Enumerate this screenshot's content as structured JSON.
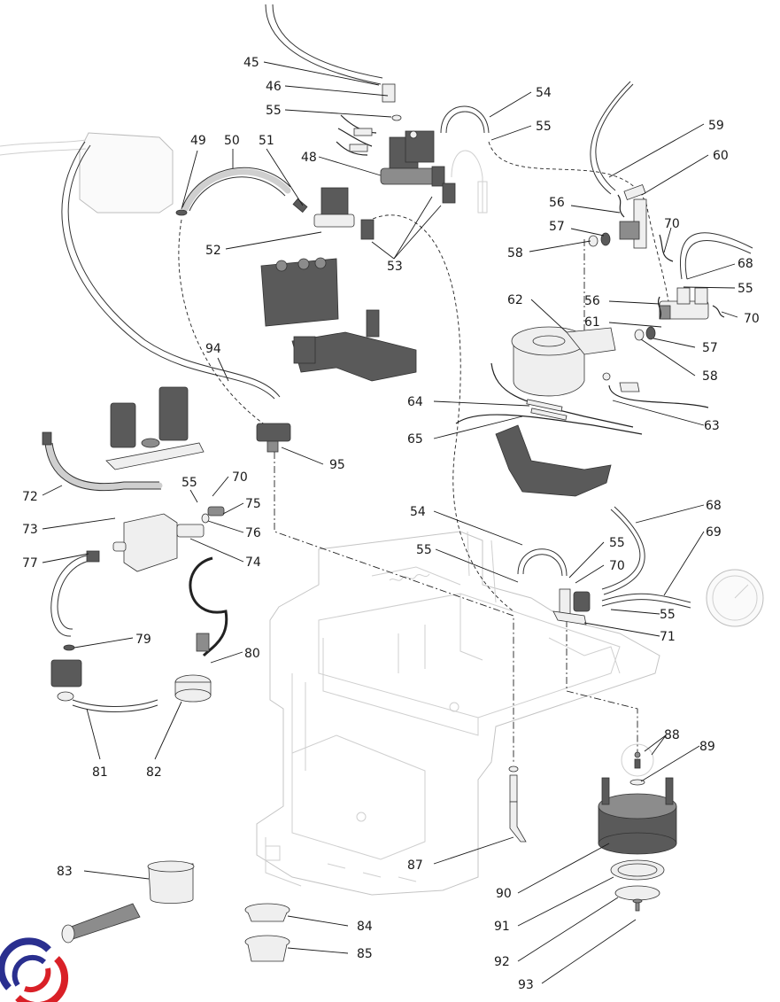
{
  "title": "Espresso machine exploded parts diagram (water circuit, boiler, pump, frame)",
  "colors": {
    "logo_blue": "#2a2f8f",
    "logo_red": "#d92027",
    "part_dark": "#5a5a5a",
    "frame_line": "#c4c4c4"
  },
  "callouts": [
    {
      "id": "45",
      "text": "45"
    },
    {
      "id": "46",
      "text": "46"
    },
    {
      "id": "55a",
      "text": "55"
    },
    {
      "id": "54a",
      "text": "54"
    },
    {
      "id": "55b",
      "text": "55"
    },
    {
      "id": "59",
      "text": "59"
    },
    {
      "id": "60",
      "text": "60"
    },
    {
      "id": "49",
      "text": "49"
    },
    {
      "id": "50",
      "text": "50"
    },
    {
      "id": "51",
      "text": "51"
    },
    {
      "id": "48",
      "text": "48"
    },
    {
      "id": "56a",
      "text": "56"
    },
    {
      "id": "57a",
      "text": "57"
    },
    {
      "id": "70a",
      "text": "70"
    },
    {
      "id": "58a",
      "text": "58"
    },
    {
      "id": "52",
      "text": "52"
    },
    {
      "id": "53",
      "text": "53"
    },
    {
      "id": "68a",
      "text": "68"
    },
    {
      "id": "55c",
      "text": "55"
    },
    {
      "id": "62",
      "text": "62"
    },
    {
      "id": "56b",
      "text": "56"
    },
    {
      "id": "70b",
      "text": "70"
    },
    {
      "id": "61",
      "text": "61"
    },
    {
      "id": "57b",
      "text": "57"
    },
    {
      "id": "58b",
      "text": "58"
    },
    {
      "id": "94",
      "text": "94"
    },
    {
      "id": "64",
      "text": "64"
    },
    {
      "id": "63",
      "text": "63"
    },
    {
      "id": "65",
      "text": "65"
    },
    {
      "id": "95",
      "text": "95"
    },
    {
      "id": "70c",
      "text": "70"
    },
    {
      "id": "55d",
      "text": "55"
    },
    {
      "id": "72",
      "text": "72"
    },
    {
      "id": "75",
      "text": "75"
    },
    {
      "id": "73",
      "text": "73"
    },
    {
      "id": "76",
      "text": "76"
    },
    {
      "id": "54b",
      "text": "54"
    },
    {
      "id": "68b",
      "text": "68"
    },
    {
      "id": "77",
      "text": "77"
    },
    {
      "id": "74",
      "text": "74"
    },
    {
      "id": "69",
      "text": "69"
    },
    {
      "id": "55e",
      "text": "55"
    },
    {
      "id": "55f",
      "text": "55"
    },
    {
      "id": "70d",
      "text": "70"
    },
    {
      "id": "55g",
      "text": "55"
    },
    {
      "id": "71",
      "text": "71"
    },
    {
      "id": "79",
      "text": "79"
    },
    {
      "id": "80",
      "text": "80"
    },
    {
      "id": "88",
      "text": "88"
    },
    {
      "id": "89",
      "text": "89"
    },
    {
      "id": "81",
      "text": "81"
    },
    {
      "id": "82",
      "text": "82"
    },
    {
      "id": "87",
      "text": "87"
    },
    {
      "id": "83",
      "text": "83"
    },
    {
      "id": "90",
      "text": "90"
    },
    {
      "id": "84",
      "text": "84"
    },
    {
      "id": "91",
      "text": "91"
    },
    {
      "id": "85",
      "text": "85"
    },
    {
      "id": "92",
      "text": "92"
    },
    {
      "id": "93",
      "text": "93"
    }
  ]
}
